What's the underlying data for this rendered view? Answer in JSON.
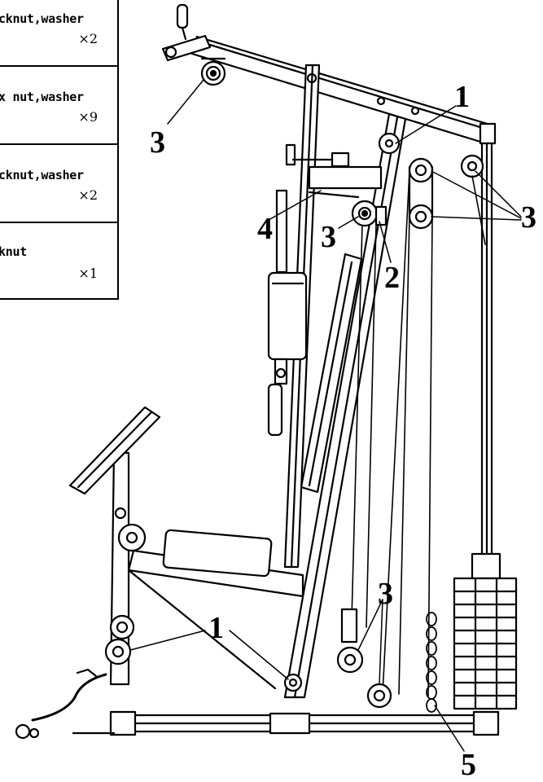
{
  "legend": [
    {
      "desc": "cknut,washer",
      "qty": "×2"
    },
    {
      "desc": "x nut,washer",
      "qty": "×9"
    },
    {
      "desc": "cknut,washer",
      "qty": "×2"
    },
    {
      "desc": "knut",
      "qty": "×1"
    }
  ],
  "callouts": {
    "top_frame": "1",
    "top_left_pulley": "3",
    "top_right_pulleys": "3",
    "bracket": "4",
    "mid_pulley": "3",
    "cable_guide": "2",
    "base_frame": "1",
    "bottom_pulleys": "3",
    "chain": "5"
  }
}
